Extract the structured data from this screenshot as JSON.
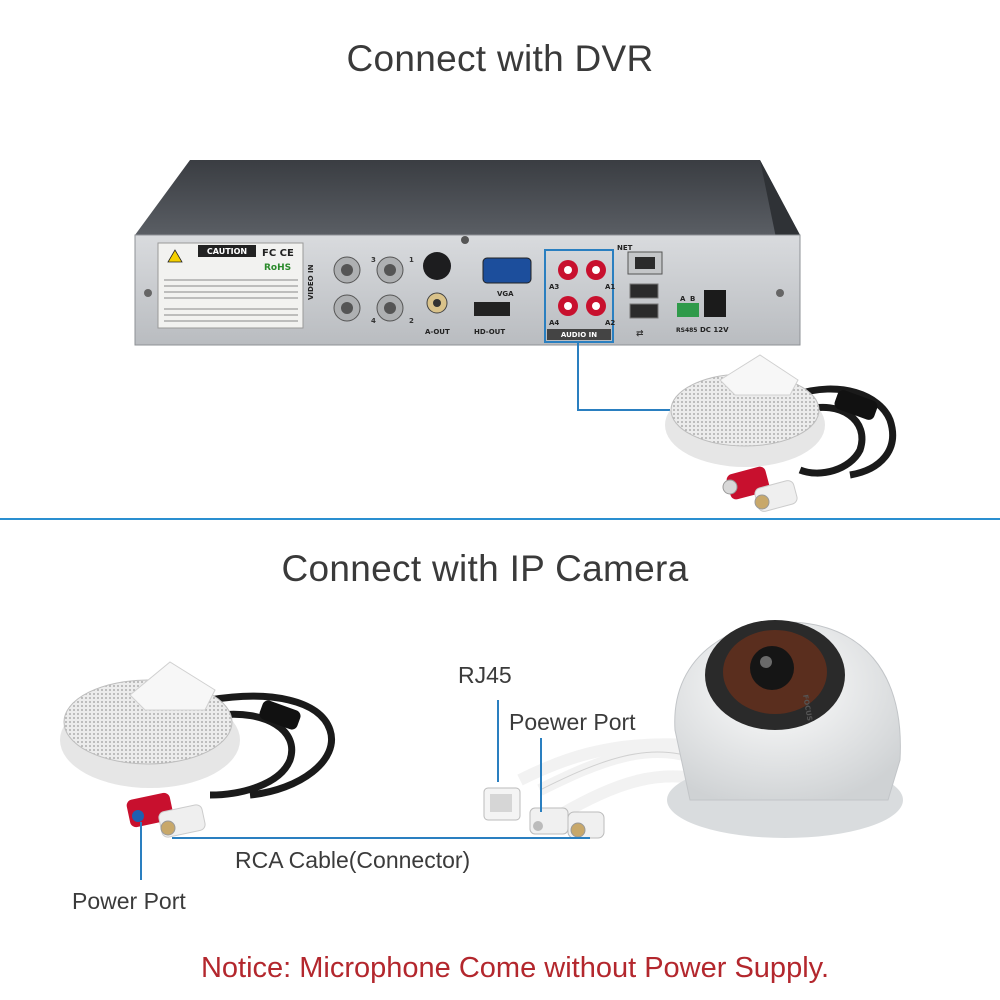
{
  "sections": {
    "dvr": {
      "title": "Connect with DVR"
    },
    "ip_camera": {
      "title": "Connect with IP Camera"
    }
  },
  "dvr_panel": {
    "caution": "CAUTION",
    "fc_ce": "FC CE",
    "rohs": "RoHS",
    "video_in": "VIDEO IN",
    "vga": "VGA",
    "a_out": "A-OUT",
    "hd_out": "HD-OUT",
    "audio_in": "AUDIO IN",
    "net": "NET",
    "rs485": "RS485",
    "dc12v": "DC 12V",
    "a": "A",
    "b": "B",
    "ch1": "1",
    "ch2": "2",
    "ch3": "3",
    "ch4": "4",
    "a1": "A1",
    "a2": "A2",
    "a3": "A3",
    "a4": "A4"
  },
  "labels": {
    "rj45": "RJ45",
    "poewer_port": "Poewer Port",
    "rca_cable": "RCA Cable(Connector)",
    "power_port": "Power Port",
    "focus": "FOCUS"
  },
  "notice": "Notice: Microphone Come without Power Supply.",
  "colors": {
    "callout_line": "#2a7fc0",
    "divider": "#2a8fd0",
    "notice_text": "#b3272d",
    "rca_red": "#c8102e"
  }
}
